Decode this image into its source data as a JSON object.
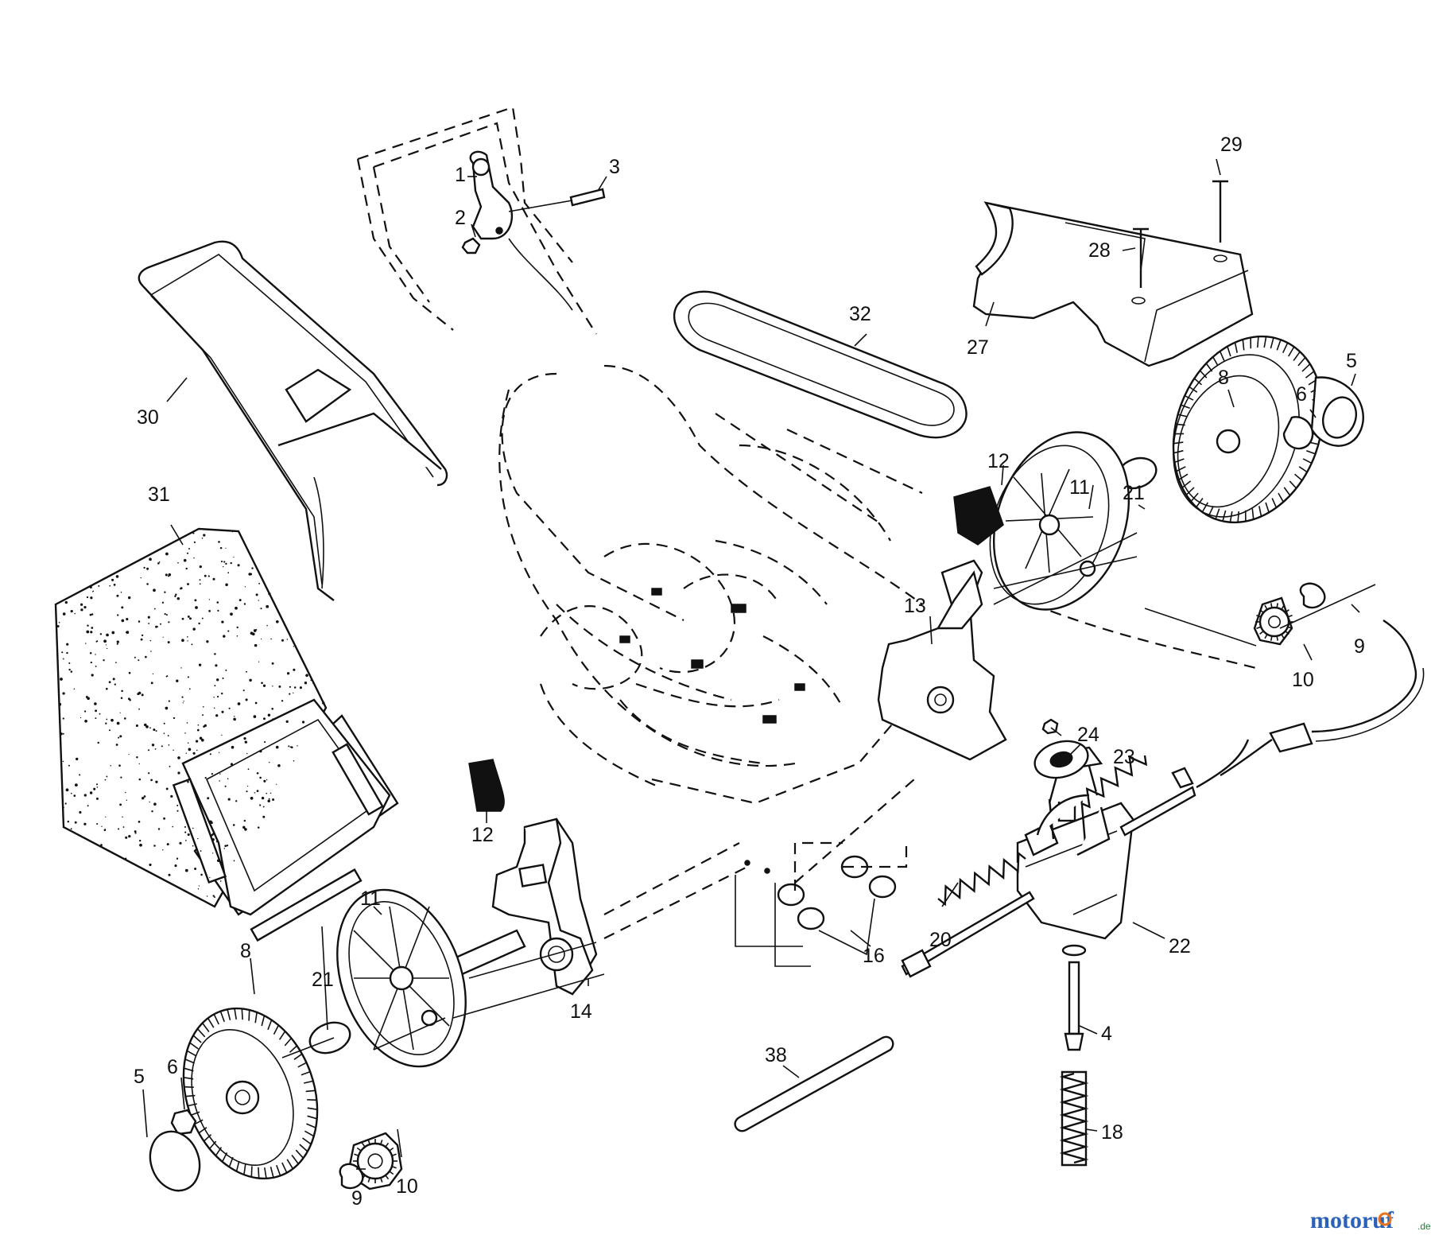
{
  "watermark": {
    "brand": "motoruf",
    "suffix": ".de"
  },
  "callouts": [
    "1",
    "2",
    "3",
    "30",
    "31",
    "32",
    "29",
    "28",
    "27",
    "8",
    "6",
    "5",
    "12",
    "11",
    "21",
    "13",
    "9",
    "10",
    "24",
    "23",
    "12",
    "11",
    "8",
    "21",
    "14",
    "16",
    "20",
    "22",
    "4",
    "38",
    "18",
    "5",
    "6",
    "9",
    "10"
  ],
  "colors": {
    "ink": "#111111",
    "paper": "#ffffff",
    "brand_blue": "#2b62b8",
    "brand_orange": "#e8731c",
    "brand_green": "#1e7d3a"
  }
}
